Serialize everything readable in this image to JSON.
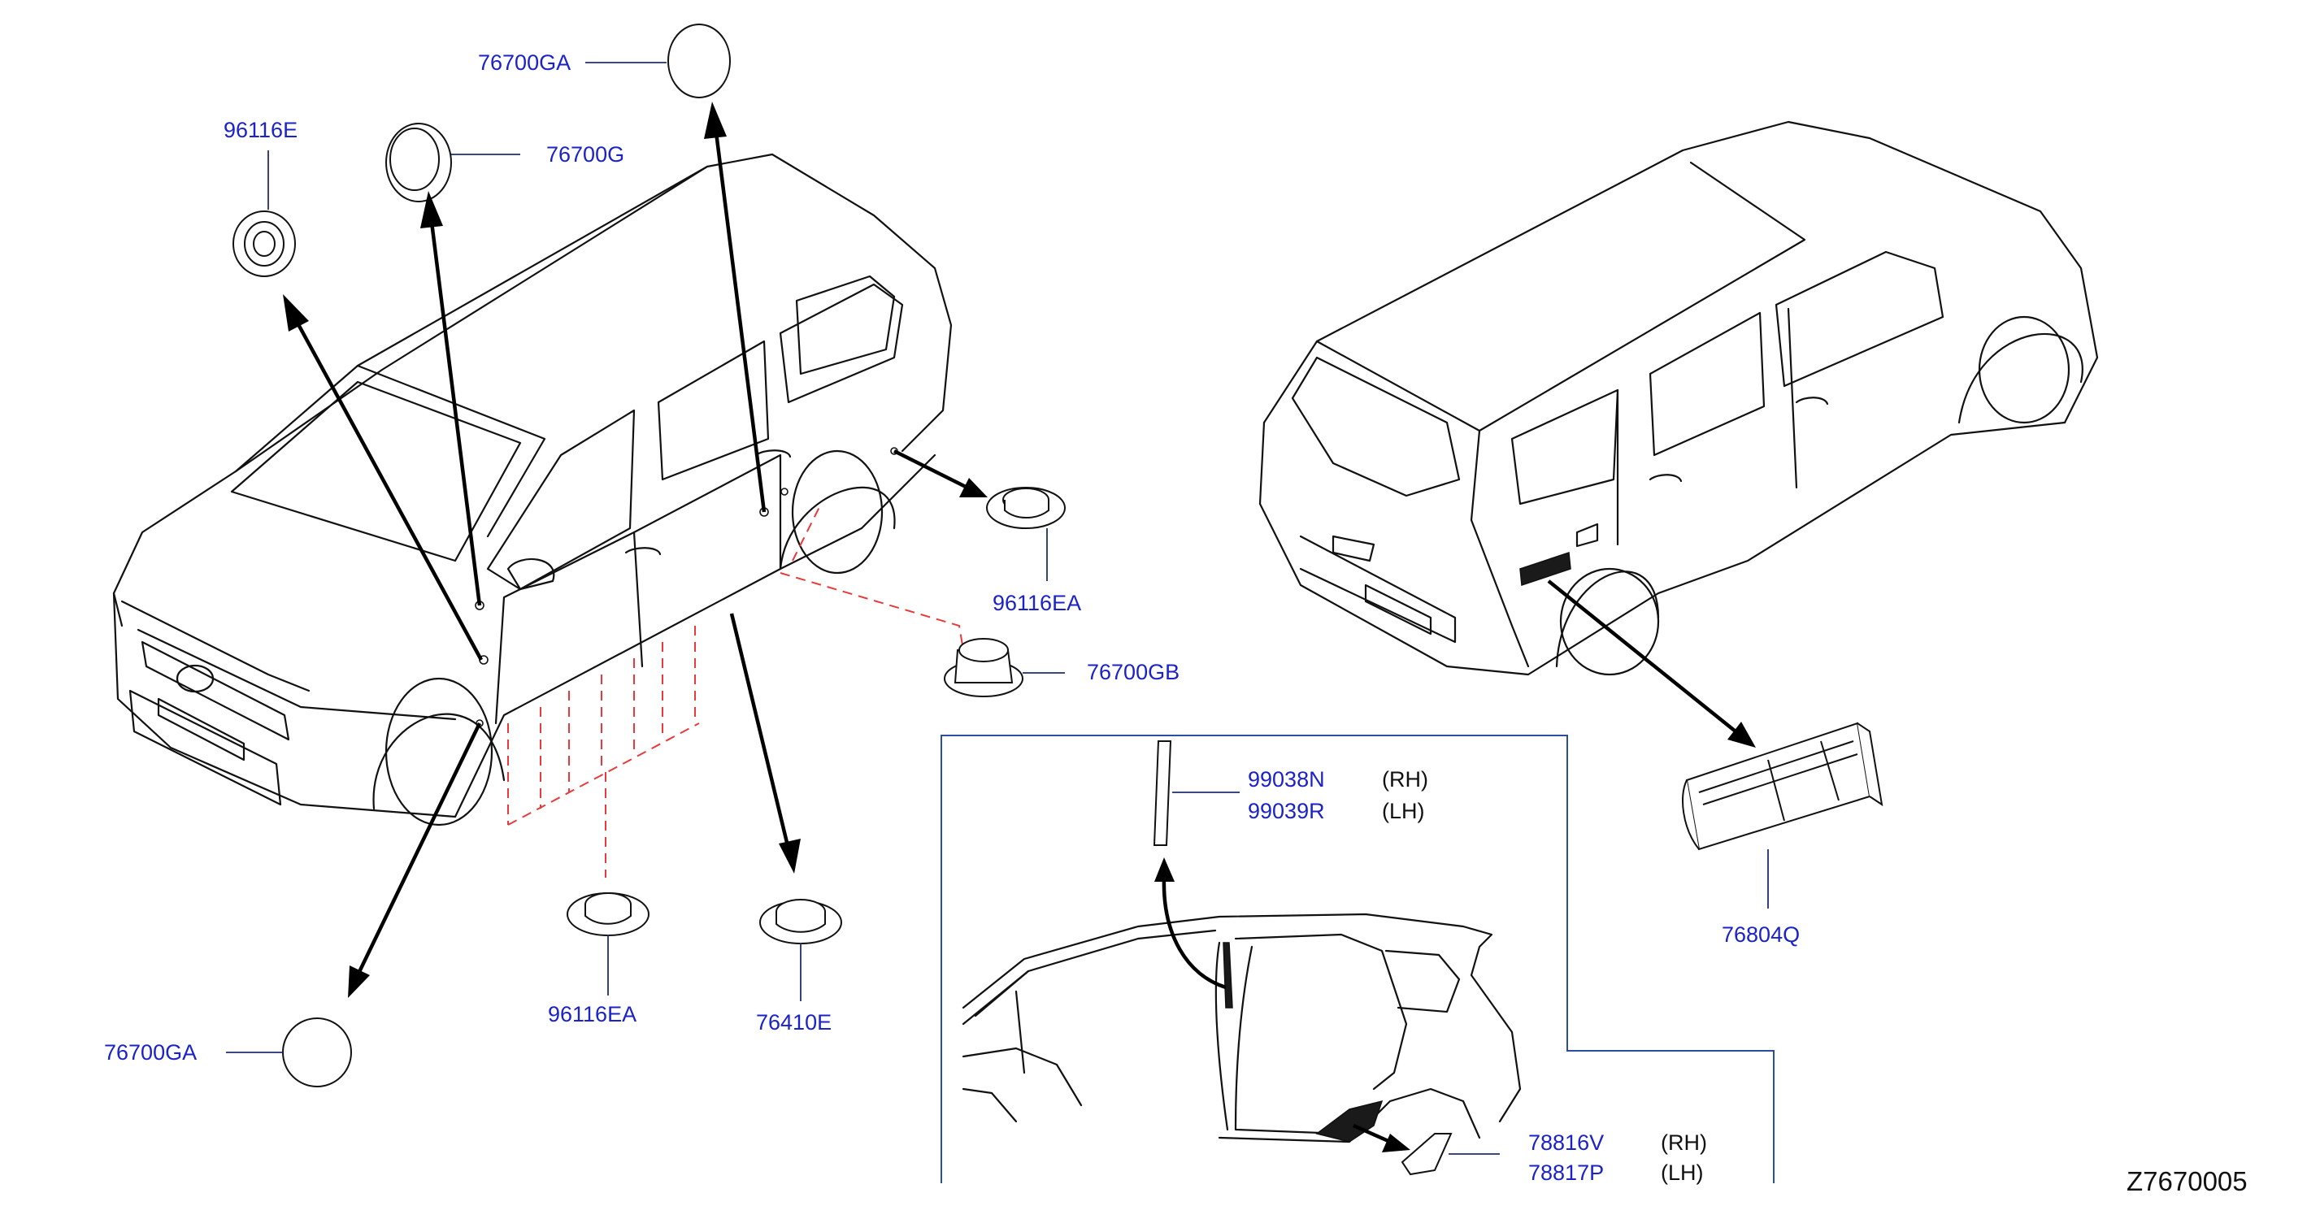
{
  "diagram_code": "Z7670005",
  "parts": {
    "p76700GA_top": "76700GA",
    "p96116E": "96116E",
    "p76700G": "76700G",
    "p96116EA_right": "96116EA",
    "p76700GB": "76700GB",
    "p96116EA_bottom": "96116EA",
    "p76410E": "76410E",
    "p76700GA_bottom": "76700GA",
    "p99038N": "99038N",
    "p99039R": "99039R",
    "p76804Q": "76804Q",
    "p78816V": "78816V",
    "p78817P": "78817P"
  },
  "sides": {
    "rh_1": "(RH)",
    "lh_1": "(LH)",
    "rh_2": "(RH)",
    "lh_2": "(LH)"
  },
  "colors": {
    "label_blue": "#1b22c8",
    "leader_line": "#1f2d6e",
    "dashed_red": "#e83a3a",
    "inset_frame": "#2b4fa0",
    "linework": "#111111"
  }
}
